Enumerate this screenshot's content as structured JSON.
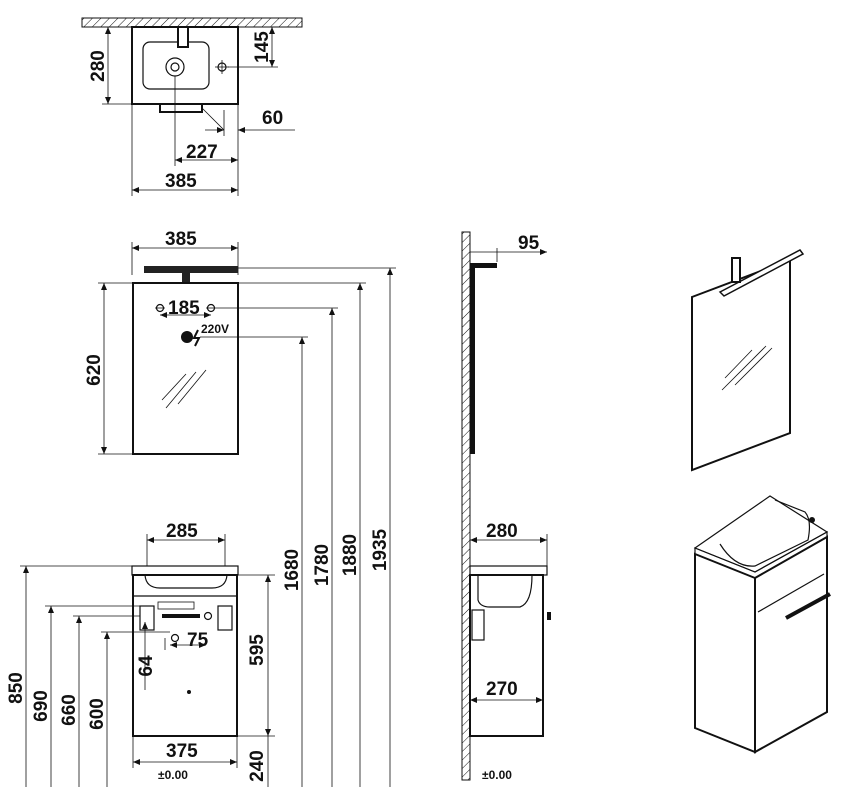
{
  "dimensions": {
    "top_depth": "280",
    "top_tap": "145",
    "top_offset": "60",
    "top_drain": "227",
    "top_width": "385",
    "mirror_width": "385",
    "mirror_hole_spacing": "185",
    "mirror_voltage": "220V",
    "mirror_height": "620",
    "mirror_side_depth": "95",
    "h1680": "1680",
    "h1780": "1780",
    "h1880": "1880",
    "h1935": "1935",
    "cab_basin_width": "285",
    "cab_side_depth_top": "280",
    "cab_side_depth_bottom": "270",
    "cab_body_height": "595",
    "cab_spacing_75": "75",
    "cab_spacing_64": "64",
    "cab_width": "375",
    "cab_bottom": "240",
    "h850": "850",
    "h690": "690",
    "h660": "660",
    "h600": "600",
    "floor_front": "±0.00",
    "floor_side": "±0.00"
  }
}
